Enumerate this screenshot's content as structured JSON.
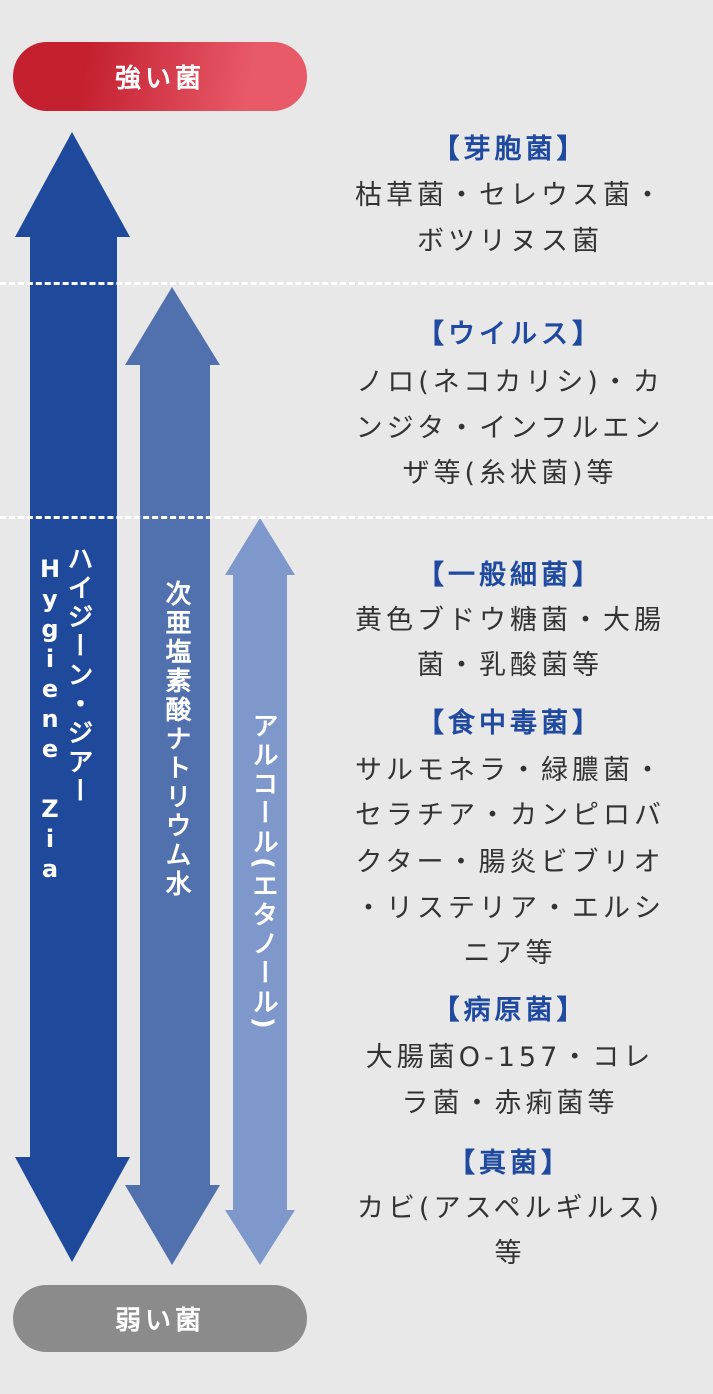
{
  "strong_label": "強い菌",
  "weak_label": "弱い菌",
  "arrows": [
    {
      "label": "ハイジーン・ジアー",
      "label_en": "Hygiene Zia",
      "color": "#1f4a9c"
    },
    {
      "label": "次亜塩素酸ナトリウム水",
      "color": "#5170ae"
    },
    {
      "label": "アルコール(エタノール)",
      "color": "#7f98cc"
    }
  ],
  "groups": [
    {
      "title": "【芽胞菌】",
      "lines": [
        "枯草菌・セレウス菌・",
        "ボツリヌス菌"
      ]
    },
    {
      "title": "【ウイルス】",
      "lines": [
        "ノロ(ネコカリシ)・カ",
        "ンジタ・インフルエン",
        "ザ等(糸状菌)等"
      ]
    },
    {
      "title": "【一般細菌】",
      "lines": [
        "黄色ブドウ糖菌・大腸",
        "菌・乳酸菌等"
      ]
    },
    {
      "title": "【食中毒菌】",
      "lines": [
        "サルモネラ・緑膿菌・",
        "セラチア・カンピロバ",
        "クター・腸炎ビブリオ",
        "・リステリア・エルシ",
        "ニア等"
      ]
    },
    {
      "title": "【病原菌】",
      "lines": [
        "大腸菌O‐157・コレ",
        "ラ菌・赤痢菌等"
      ]
    },
    {
      "title": "【真菌】",
      "lines": [
        "カビ(アスペルギルス)",
        "等"
      ]
    }
  ]
}
